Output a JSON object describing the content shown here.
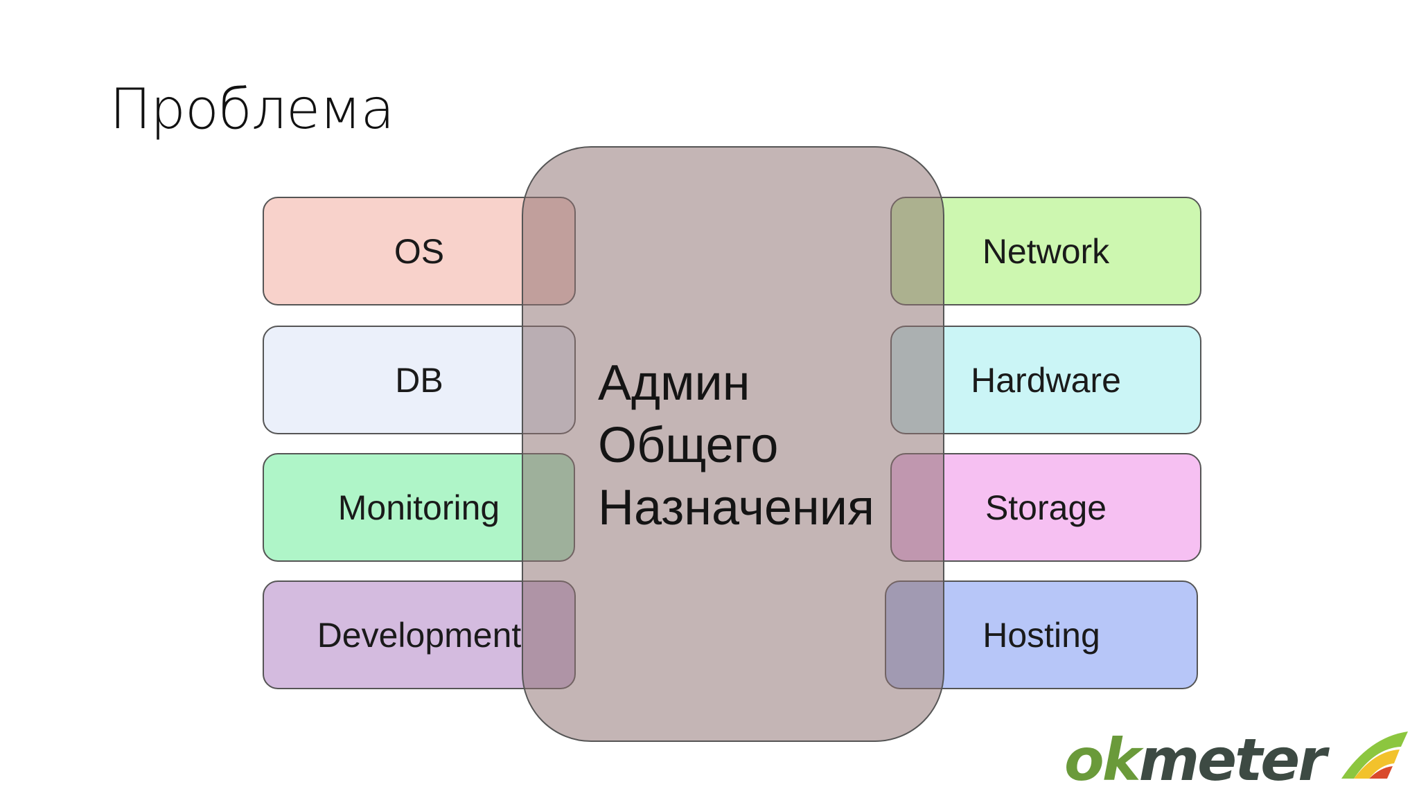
{
  "title": "Проблема",
  "center": {
    "lines": [
      "Админ",
      "Общего",
      "Назначения"
    ]
  },
  "left_boxes": [
    {
      "label": "OS",
      "color": "#f8d2cb"
    },
    {
      "label": "DB",
      "color": "#ebf0fa"
    },
    {
      "label": "Monitoring",
      "color": "#aff5c8"
    },
    {
      "label": "Development",
      "color": "#d4bbdf"
    }
  ],
  "right_boxes": [
    {
      "label": "Network",
      "color": "#cdf7b0"
    },
    {
      "label": "Hardware",
      "color": "#cbf5f6"
    },
    {
      "label": "Storage",
      "color": "#f6c0f2"
    },
    {
      "label": "Hosting",
      "color": "#b7c6f8"
    }
  ],
  "logo": {
    "text": "okmeter",
    "ok_color": "#6a9a3a",
    "meter_color": "#3d4a43",
    "swoosh_colors": [
      "#d94a2c",
      "#f2c22c",
      "#8cc63f"
    ]
  }
}
